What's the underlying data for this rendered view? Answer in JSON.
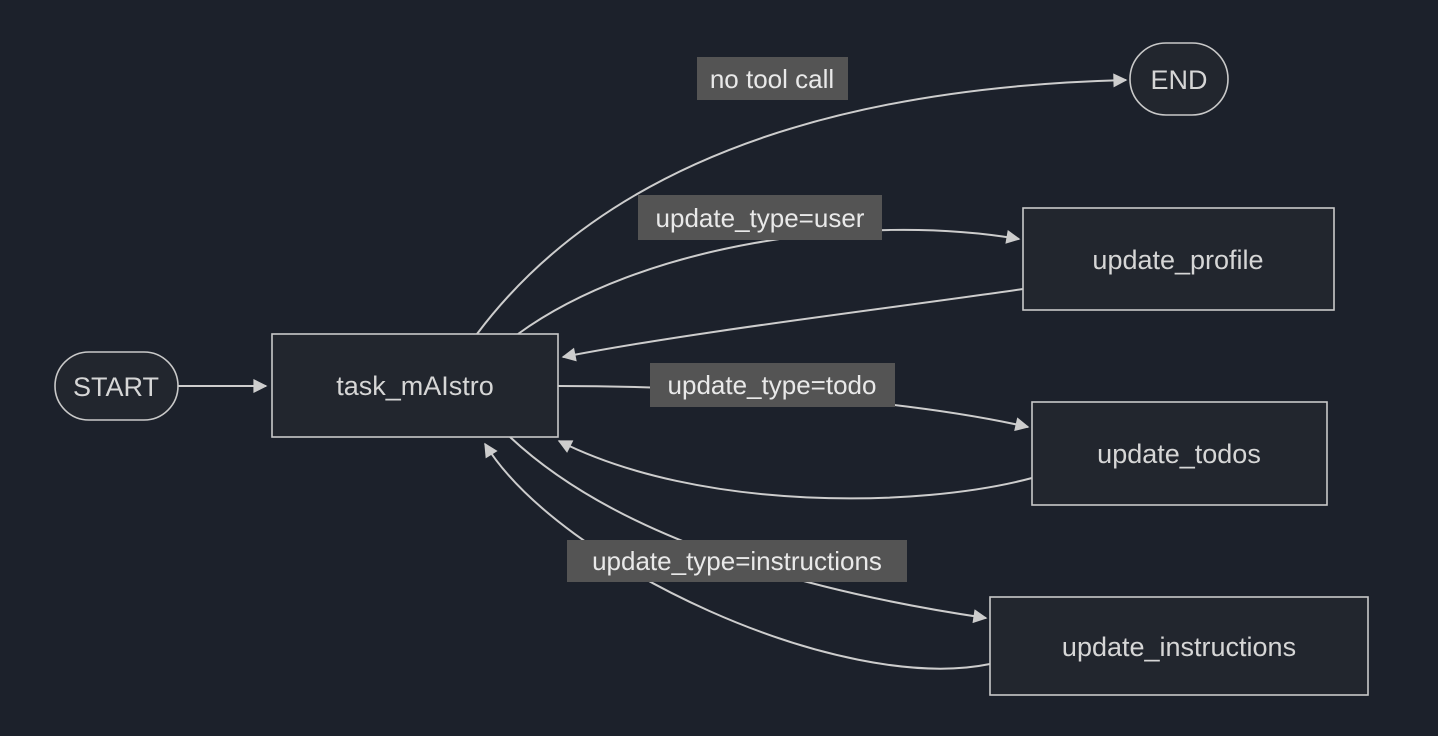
{
  "diagram": {
    "type": "state-graph",
    "background_color": "#1c212b",
    "node_fill_color": "#22262e",
    "node_border_color": "#c9c9c9",
    "node_text_color": "#d6d6d6",
    "edge_color": "#cdcdcd",
    "edge_label_background_color": "#545454",
    "edge_label_text_color": "#e9e9e9",
    "nodes": {
      "start": {
        "label": "START",
        "shape": "stadium"
      },
      "task_maistro": {
        "label": "task_mAIstro",
        "shape": "rect"
      },
      "end": {
        "label": "END",
        "shape": "stadium"
      },
      "update_profile": {
        "label": "update_profile",
        "shape": "rect"
      },
      "update_todos": {
        "label": "update_todos",
        "shape": "rect"
      },
      "update_instructions": {
        "label": "update_instructions",
        "shape": "rect"
      }
    },
    "edges": [
      {
        "from": "START",
        "to": "task_mAIstro",
        "label": ""
      },
      {
        "from": "task_mAIstro",
        "to": "END",
        "label": "no tool call"
      },
      {
        "from": "task_mAIstro",
        "to": "update_profile",
        "label": "update_type=user"
      },
      {
        "from": "update_profile",
        "to": "task_mAIstro",
        "label": ""
      },
      {
        "from": "task_mAIstro",
        "to": "update_todos",
        "label": "update_type=todo"
      },
      {
        "from": "update_todos",
        "to": "task_mAIstro",
        "label": ""
      },
      {
        "from": "task_mAIstro",
        "to": "update_instructions",
        "label": "update_type=instructions"
      },
      {
        "from": "update_instructions",
        "to": "task_mAIstro",
        "label": ""
      }
    ]
  }
}
